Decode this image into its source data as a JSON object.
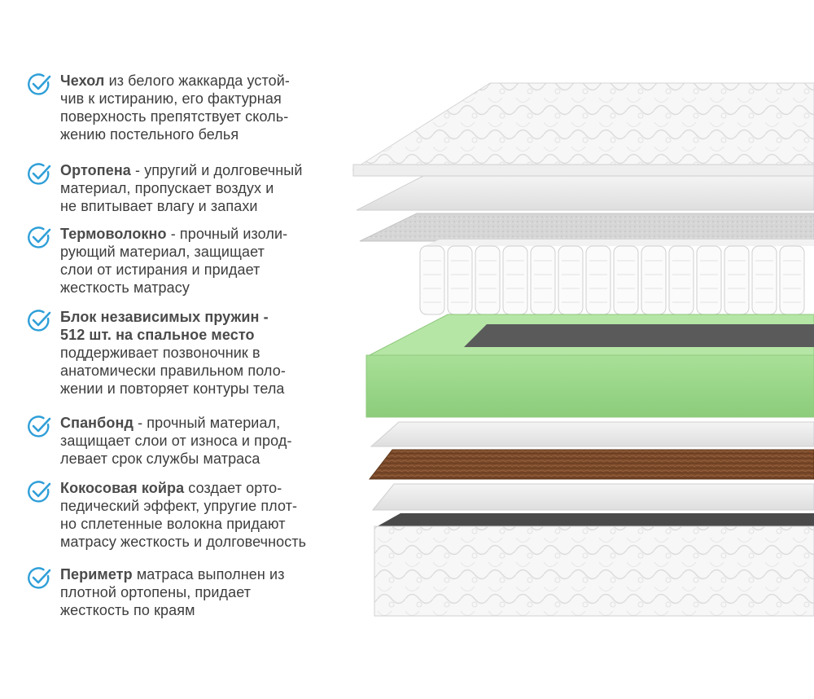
{
  "features": [
    {
      "lines": [
        {
          "bold": "Чехол",
          "rest": " из белого жаккарда устой-"
        },
        {
          "bold": "",
          "rest": "чив к истиранию, его фактурная"
        },
        {
          "bold": "",
          "rest": "поверхность препятствует сколь-"
        },
        {
          "bold": "",
          "rest": "жению постельного белья"
        }
      ]
    },
    {
      "lines": [
        {
          "bold": "Ортопена",
          "rest": " - упругий и долговечный"
        },
        {
          "bold": "",
          "rest": "материал, пропускает воздух и"
        },
        {
          "bold": "",
          "rest": "не впитывает влагу и запахи"
        }
      ]
    },
    {
      "lines": [
        {
          "bold": "Термоволокно",
          "rest": " - прочный изоли-"
        },
        {
          "bold": "",
          "rest": "рующий материал, защищает"
        },
        {
          "bold": "",
          "rest": "слои от истирания и придает"
        },
        {
          "bold": "",
          "rest": "жесткость матрасу"
        }
      ]
    },
    {
      "lines": [
        {
          "bold": "Блок независимых пружин -",
          "rest": ""
        },
        {
          "bold": "512 шт. на спальное место",
          "rest": ""
        },
        {
          "bold": "",
          "rest": "поддерживает позвоночник в"
        },
        {
          "bold": "",
          "rest": "анатомически правильном поло-"
        },
        {
          "bold": "",
          "rest": "жении и повторяет контуры тела"
        }
      ]
    },
    {
      "lines": [
        {
          "bold": "Спанбонд",
          "rest": " - прочный материал,"
        },
        {
          "bold": "",
          "rest": "защищает слои от износа и прод-"
        },
        {
          "bold": "",
          "rest": "левает срок службы матраса"
        }
      ]
    },
    {
      "lines": [
        {
          "bold": "Кокосовая койра",
          "rest": " создает орто-"
        },
        {
          "bold": "",
          "rest": "педический эффект, упругие плот-"
        },
        {
          "bold": "",
          "rest": "но сплетенные волокна придают"
        },
        {
          "bold": "",
          "rest": "матрасу жесткость и долговечность"
        }
      ]
    },
    {
      "lines": [
        {
          "bold": "Периметр",
          "rest": " матраса выполнен из"
        },
        {
          "bold": "",
          "rest": "плотной ортопены, придает"
        },
        {
          "bold": "",
          "rest": "жесткость по краям"
        }
      ]
    }
  ],
  "colors": {
    "check": "#2f9fd8",
    "text": "#3d3d3d",
    "foam_green": "#9bd88a",
    "coir_brown": "#7a4a2a",
    "felt_gray": "#d9d9d9"
  },
  "icons": {
    "check": "check-circle-icon"
  }
}
